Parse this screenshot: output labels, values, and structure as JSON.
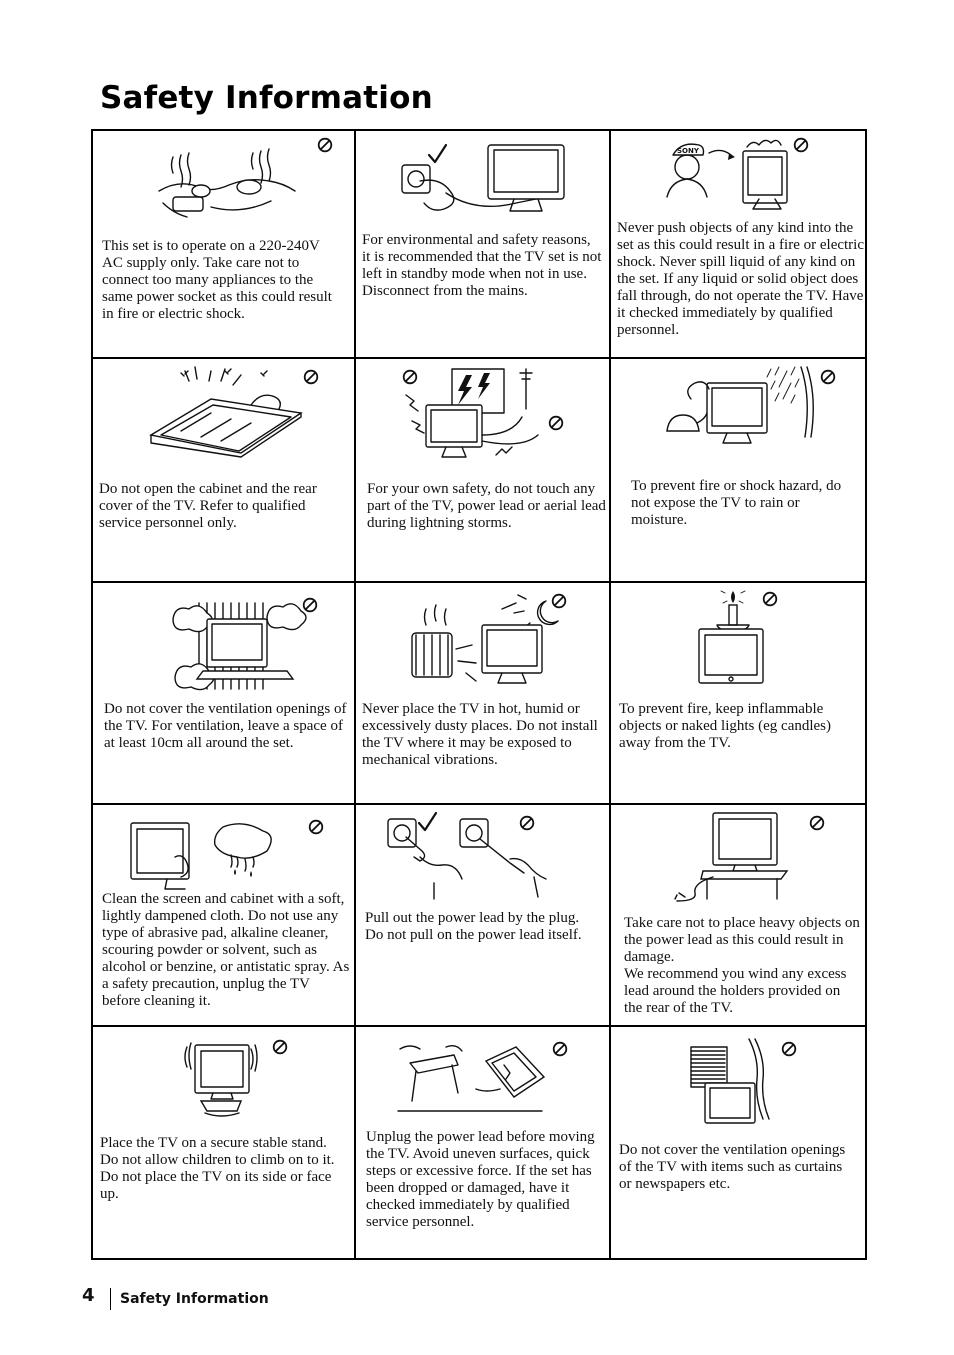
{
  "page": {
    "title": "Safety Information",
    "page_number": "4",
    "footer_label": "Safety Information"
  },
  "cells": [
    {
      "text": "This set is to operate on a 220-240V AC supply only. Take care not to connect too many appliances to the same power socket as this could result in fire or electric shock.",
      "symbol": "prohibited-icon"
    },
    {
      "text": "For environmental and safety reasons, it is recommended that the TV set is not left in standby mode when not in use. Disconnect from the mains.",
      "symbol": "checkmark-icon"
    },
    {
      "text": "Never push objects of any kind into the set as this could result in a fire or electric shock. Never spill liquid of any kind on the set. If any liquid or solid object does fall through, do not operate the TV. Have it checked immediately by qualified personnel.",
      "symbol": "prohibited-icon"
    },
    {
      "text": "Do not open the cabinet and the rear cover of the TV. Refer to qualified service personnel only.",
      "symbol": "prohibited-icon"
    },
    {
      "text": "For your own safety, do not touch any part of the TV, power lead or aerial lead during lightning storms.",
      "symbol": "prohibited-icon"
    },
    {
      "text": "To prevent fire or shock hazard, do not expose the TV to rain or moisture.",
      "symbol": "prohibited-icon"
    },
    {
      "text": "Do not cover the ventilation openings of the TV. For ventilation, leave a space of at least 10cm all around the set.",
      "symbol": "prohibited-icon"
    },
    {
      "text": "Never place the TV in hot, humid or excessively dusty places. Do not install the TV where it may be exposed to mechanical vibrations.",
      "symbol": "prohibited-icon"
    },
    {
      "text": "To prevent fire, keep inflammable objects or naked lights (eg candles) away from the TV.",
      "symbol": "prohibited-icon"
    },
    {
      "text": "Clean the screen and cabinet with a soft, lightly dampened cloth. Do not use any type of abrasive pad, alkaline cleaner, scouring powder or solvent, such as alcohol or benzine, or antistatic spray. As a safety precaution, unplug the TV before cleaning it.",
      "symbol": "prohibited-icon"
    },
    {
      "text": "Pull out the power lead by the plug. Do not pull on the power lead itself.",
      "symbol": "checkmark-icon"
    },
    {
      "text": "Take care not to place heavy objects on the power lead as this could result in damage.\nWe recommend you wind any excess lead around the holders provided on the rear of the TV.",
      "symbol": "prohibited-icon"
    },
    {
      "text": "Place the TV on a secure stable stand. Do not allow children to climb on to it. Do not place the TV on its side or face up.",
      "symbol": "prohibited-icon"
    },
    {
      "text": "Unplug the power lead before moving the TV. Avoid uneven surfaces, quick steps or excessive force. If the set has been dropped or damaged, have it checked immediately by qualified service personnel.",
      "symbol": "prohibited-icon"
    },
    {
      "text": "Do not cover the ventilation openings of the TV with items such as curtains or newspapers etc.",
      "symbol": "prohibited-icon"
    }
  ],
  "illustration_labels": {
    "cap_brand": "SONY"
  },
  "colors": {
    "ink": "#111111",
    "background": "#ffffff"
  }
}
